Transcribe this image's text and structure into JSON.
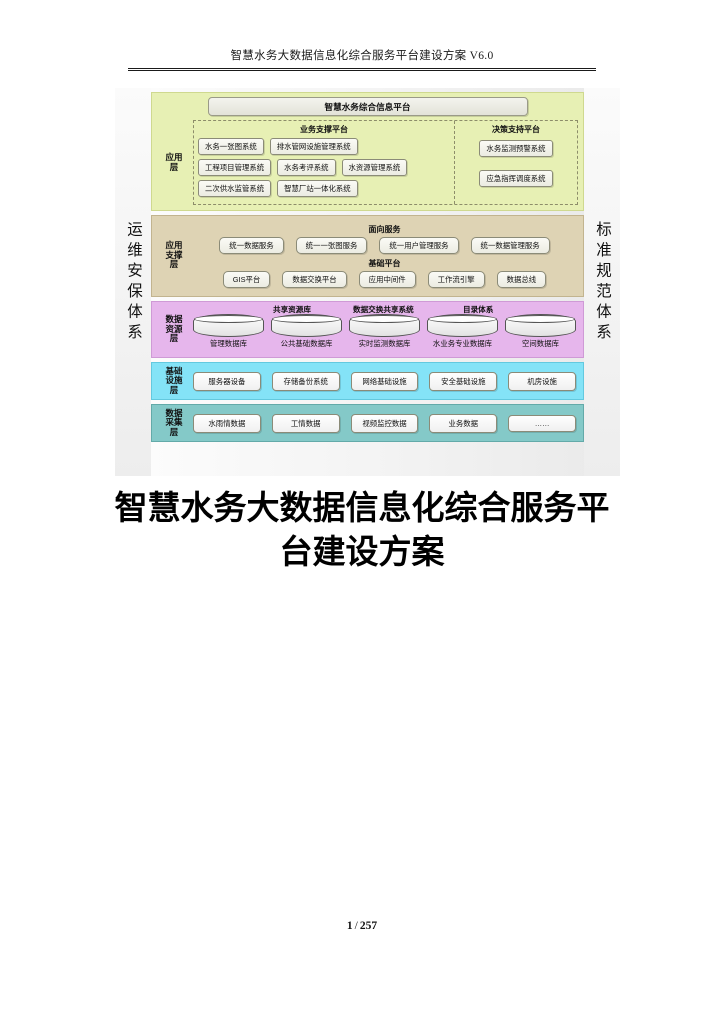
{
  "header": {
    "running_title": "智慧水务大数据信息化综合服务平台建设方案 V6.0"
  },
  "figure": {
    "banner": "智慧水务综合信息平台",
    "left_column": "运维安保体系",
    "right_column": "标准规范体系",
    "layers": {
      "application": {
        "label": "应用层",
        "color": "#e7f0b4",
        "business_platform": {
          "title": "业务支撑平台",
          "rows": [
            [
              "水务一张图系统",
              "排水管网设施管理系统"
            ],
            [
              "工程项目管理系统",
              "水务考评系统",
              "水资源管理系统"
            ],
            [
              "二次供水监管系统",
              "智慧厂站一体化系统"
            ]
          ]
        },
        "decision_platform": {
          "title": "决策支持平台",
          "items": [
            "水务监测预警系统",
            "应急指挥调度系统"
          ]
        }
      },
      "support": {
        "label": "应用支撑层",
        "color": "#ded3b4",
        "service_title": "面向服务",
        "services": [
          "统一数据服务",
          "统一一张图服务",
          "统一用户管理服务",
          "统一数据管理服务"
        ],
        "platform_title": "基础平台",
        "platforms": [
          "GIS平台",
          "数据交换平台",
          "应用中间件",
          "工作流引擎",
          "数据总线"
        ]
      },
      "resource": {
        "label": "数据资源层",
        "color": "#e6b6ec",
        "tags": [
          "共享资源库",
          "数据交换共享系统",
          "目录体系"
        ],
        "databases": [
          "管理数据库",
          "公共基础数据库",
          "实时监测数据库",
          "水业务专业数据库",
          "空间数据库"
        ]
      },
      "infrastructure": {
        "label": "基础设施层",
        "color": "#84e3f7",
        "items": [
          "服务器设备",
          "存储备份系统",
          "网络基础设施",
          "安全基础设施",
          "机房设施"
        ]
      },
      "collection": {
        "label": "数据采集层",
        "color": "#84c9c8",
        "items": [
          "水雨情数据",
          "工情数据",
          "视频监控数据",
          "业务数据",
          "……"
        ]
      }
    }
  },
  "title": {
    "line1": "智慧水务大数据信息化综合服务平",
    "line2": "台建设方案"
  },
  "footer": {
    "current_page": "1",
    "separator": "/",
    "total_pages": "257"
  }
}
